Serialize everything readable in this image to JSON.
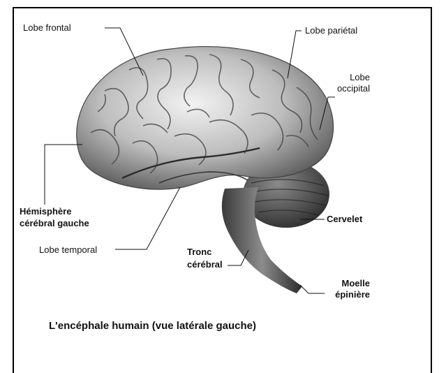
{
  "labels": {
    "lobe_frontal": "Lobe frontal",
    "lobe_parietal": "Lobe pariétal",
    "lobe_occipital_1": "Lobe",
    "lobe_occipital_2": "occipital",
    "hemisphere_1": "Hémisphère",
    "hemisphere_2": "cérébral gauche",
    "cervelet": "Cervelet",
    "lobe_temporal": "Lobe temporal",
    "tronc_1": "Tronc",
    "tronc_2": "cérébral",
    "moelle_1": "Moelle",
    "moelle_2": "épinière"
  },
  "caption": "L'encéphale humain (vue latérale gauche)"
}
